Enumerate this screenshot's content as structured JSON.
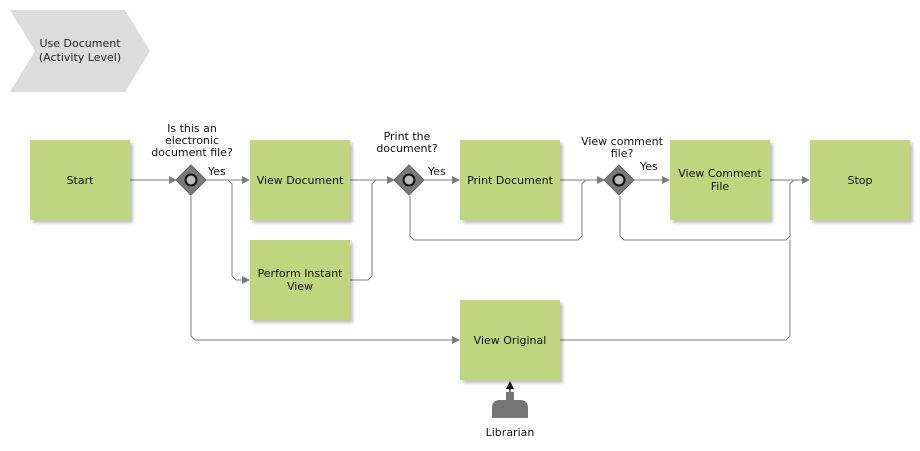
{
  "scope": {
    "line1": "Use Document",
    "line2": "(Activity Level)"
  },
  "activities": {
    "start": "Start",
    "view_document": "View Document",
    "perform_instant_view": "Perform Instant View",
    "print_document": "Print Document",
    "view_comment_file": "View Comment File",
    "stop": "Stop",
    "view_original": "View Original"
  },
  "decisions": {
    "electronic": {
      "line1": "Is this an",
      "line2": "electronic",
      "line3": "document file?",
      "yes": "Yes"
    },
    "print": {
      "line1": "Print the",
      "line2": "document?",
      "yes": "Yes"
    },
    "comment": {
      "line1": "View comment",
      "line2": "file?",
      "yes": "Yes"
    }
  },
  "roles": {
    "librarian": "Librarian"
  },
  "colors": {
    "activity_fill": "#bfd67f",
    "gateway_fill": "#7a7a7a",
    "connector": "#7d7d7d",
    "scope_fill": "#dcdcdc"
  }
}
